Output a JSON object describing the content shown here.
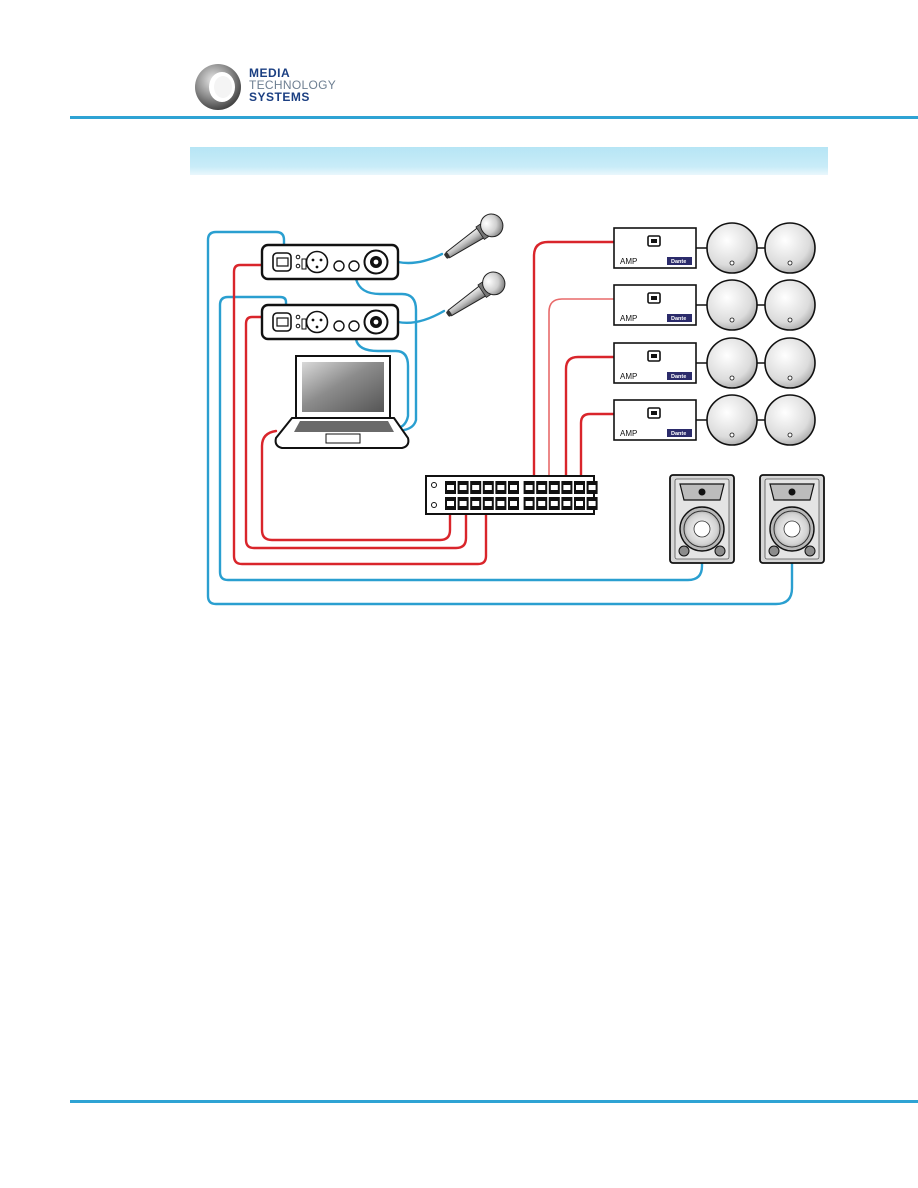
{
  "header": {
    "logo": {
      "line1": "MEDIA",
      "line2": "TECHNOLOGY",
      "line3": "SYSTEMS"
    },
    "band_title": ""
  },
  "diagram": {
    "amplifiers": [
      {
        "label": "AMP",
        "badge": "Dante"
      },
      {
        "label": "AMP",
        "badge": "Dante"
      },
      {
        "label": "AMP",
        "badge": "Dante"
      },
      {
        "label": "AMP",
        "badge": "Dante"
      }
    ]
  },
  "colors": {
    "accent": "#2ea3d4",
    "cable_blue": "#2a9fd0",
    "cable_red": "#d9252b",
    "band": "#bfe8f6",
    "logo_text": "#1b3f82"
  }
}
